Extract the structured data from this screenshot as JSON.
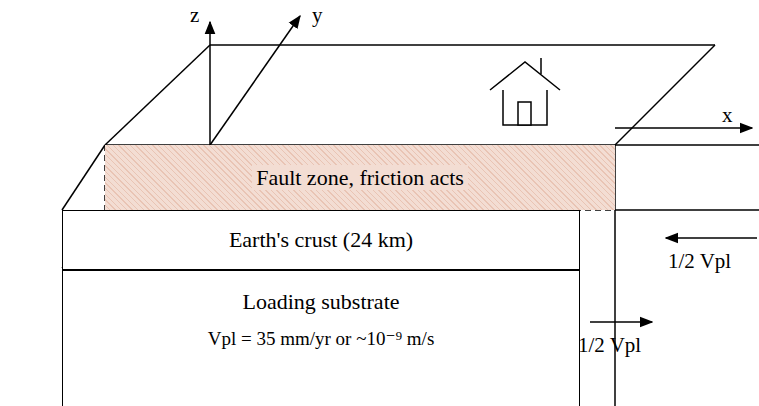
{
  "diagram": {
    "nodes": [
      {
        "text": [
          "Fault zone, friction acts"
        ]
      },
      {
        "text": [
          "Earth's crust (24 km)"
        ]
      },
      {
        "text": [
          "Loading substrate",
          "Vpl = 35 mm/yr or ~10⁻⁹ m/s"
        ]
      }
    ],
    "labels": [
      "z",
      "y",
      "x",
      "1/2 Vpl",
      "1/2 Vpl"
    ]
  }
}
